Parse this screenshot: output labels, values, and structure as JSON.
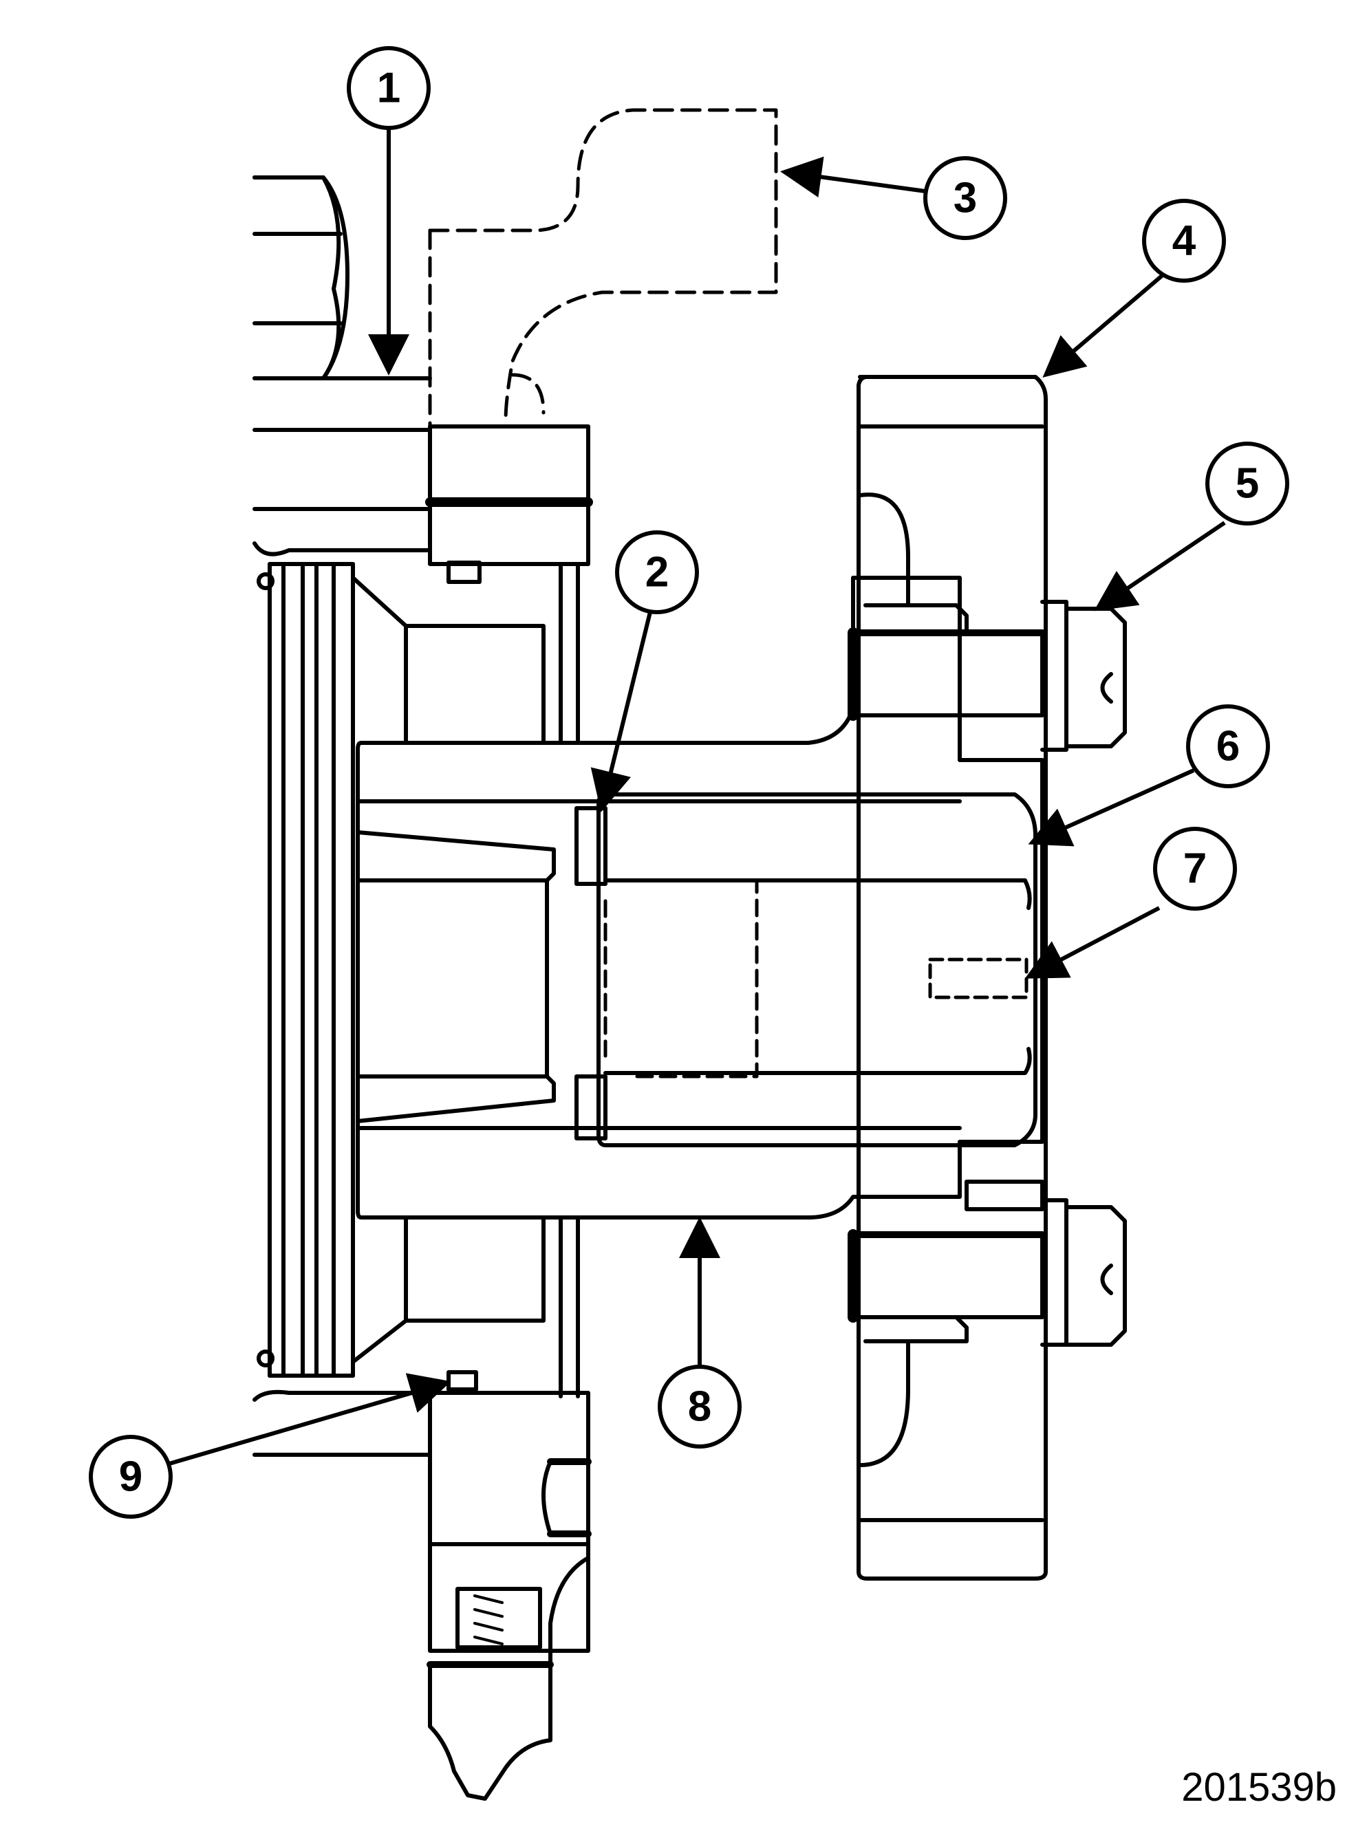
{
  "figure_code": "201539b",
  "callouts": [
    {
      "number": "1"
    },
    {
      "number": "2"
    },
    {
      "number": "3"
    },
    {
      "number": "4"
    },
    {
      "number": "5"
    },
    {
      "number": "6"
    },
    {
      "number": "7"
    },
    {
      "number": "8"
    },
    {
      "number": "9"
    }
  ],
  "colors": {
    "ink": "#000000",
    "paper": "#ffffff"
  }
}
